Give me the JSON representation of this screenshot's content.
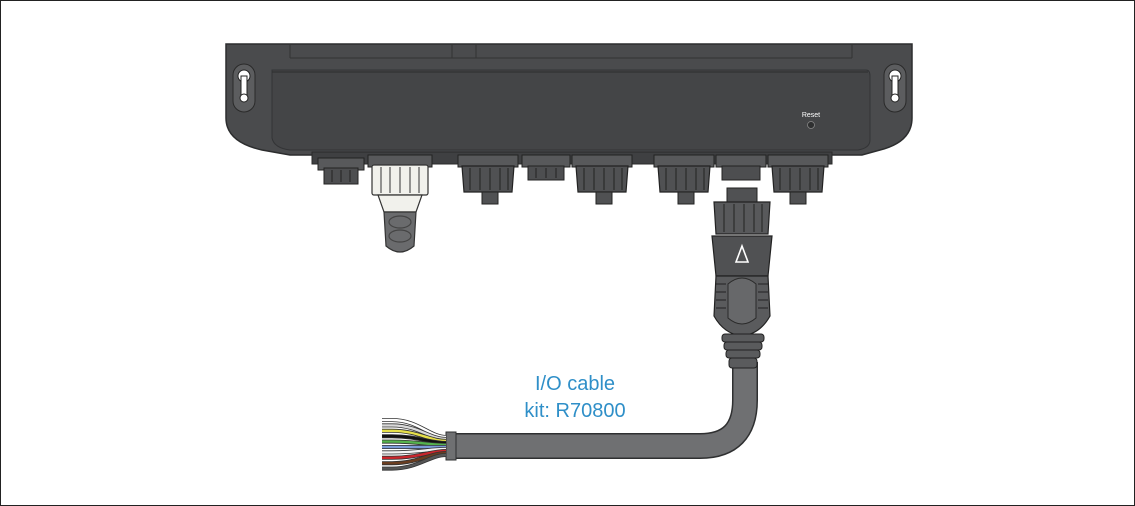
{
  "unit": {
    "reset_label": "Reset"
  },
  "cable": {
    "label_line1": "I/O cable",
    "label_line2": "kit: R70800",
    "label_color": "#2f8fc8",
    "wire_colors": [
      "#ffffff",
      "#d9d9d9",
      "#e6e04a",
      "#111111",
      "#55b24d",
      "#7b9bd6",
      "#f4f4f4",
      "#c9262c",
      "#6a3d20",
      "#555555"
    ]
  },
  "colors": {
    "housing": "#4a4b4d",
    "housing_dark": "#3a3b3d",
    "connector": "#555658",
    "gland": "#f1f1ec",
    "cable": "#6f7072"
  }
}
